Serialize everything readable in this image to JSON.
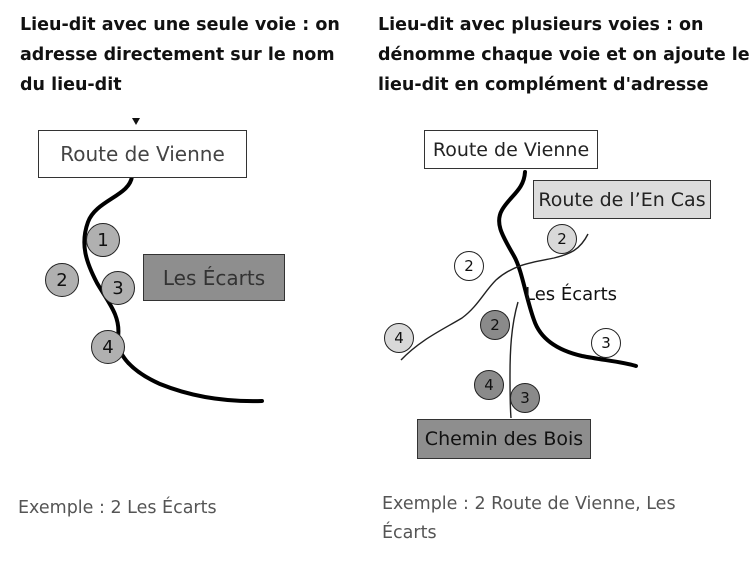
{
  "left": {
    "heading": "Lieu-dit avec une seule voie : on adresse directement sur le nom du lieu-dit",
    "road_label": "Route de Vienne",
    "place_label": "Les Écarts",
    "numbers": [
      "1",
      "2",
      "3",
      "4"
    ],
    "example": "Exemple : 2 Les Écarts"
  },
  "right": {
    "heading": "Lieu-dit avec plusieurs voies : on dénomme chaque voie et on ajoute le lieu-dit en complément d'adresse",
    "road_main_label": "Route de Vienne",
    "road_secondary_label": "Route de l’En Cas",
    "road_tertiary_label": "Chemin des Bois",
    "place_label": "Les Écarts",
    "numbers": [
      "2",
      "2",
      "2",
      "3",
      "4",
      "4",
      "3"
    ],
    "example": "Exemple : 2 Route de Vienne, Les Écarts"
  },
  "colors": {
    "marker_white": "#ffffff",
    "marker_light": "#d9d9d9",
    "marker_mid": "#b0b0b0",
    "marker_dark": "#8a8a8a",
    "box_light": "#dcdcdc",
    "box_dark": "#8e8e8e"
  }
}
